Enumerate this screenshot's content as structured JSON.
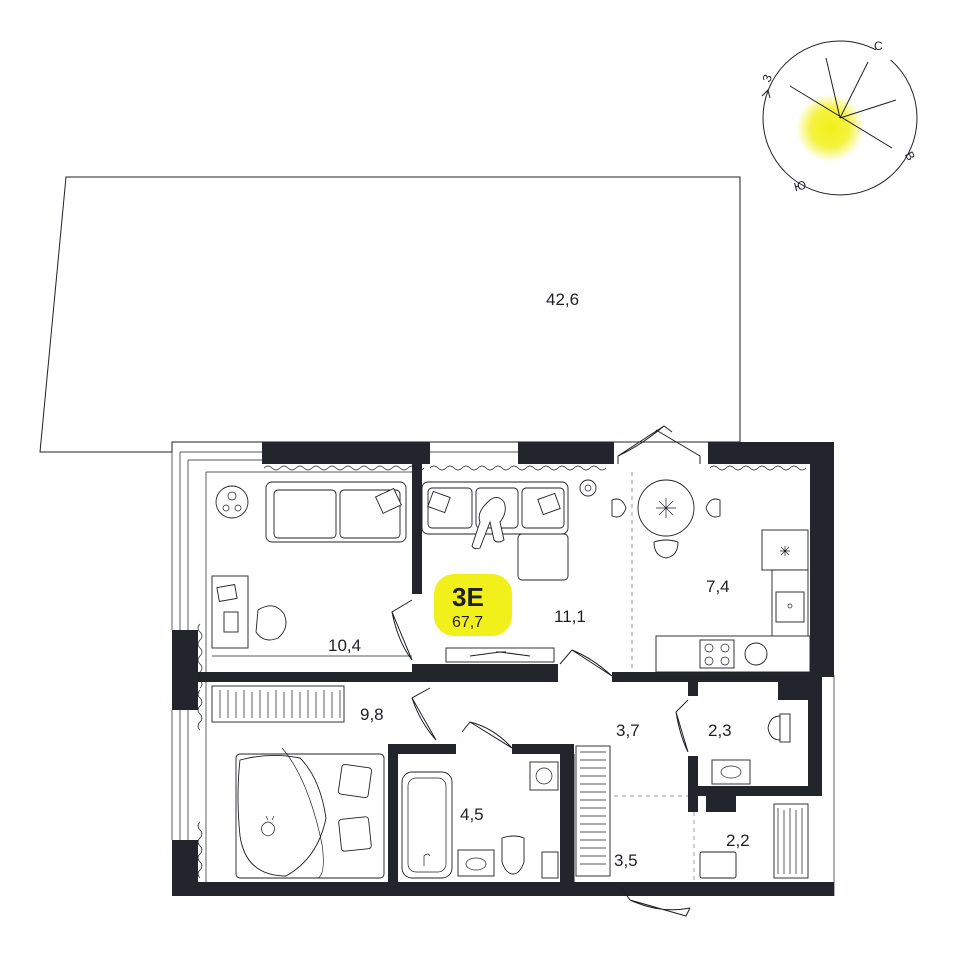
{
  "unit": {
    "code": "3Е",
    "total_area": "67,7",
    "badge_color": "#f2f01a"
  },
  "rooms": {
    "terrace": "42,6",
    "living_room": "10,4",
    "hall_living": "11,1",
    "kitchen": "7,4",
    "bedroom": "9,8",
    "corridor_upper": "3,7",
    "corridor_lower": "3,5",
    "bathroom": "4,5",
    "wc": "2,3",
    "storage": "2,2"
  },
  "compass": {
    "north": "С",
    "east": "В",
    "south": "Ю",
    "west": "З",
    "sun_color": "#f2f01a"
  },
  "colors": {
    "wall": "#22252b",
    "line": "#1e2026"
  }
}
